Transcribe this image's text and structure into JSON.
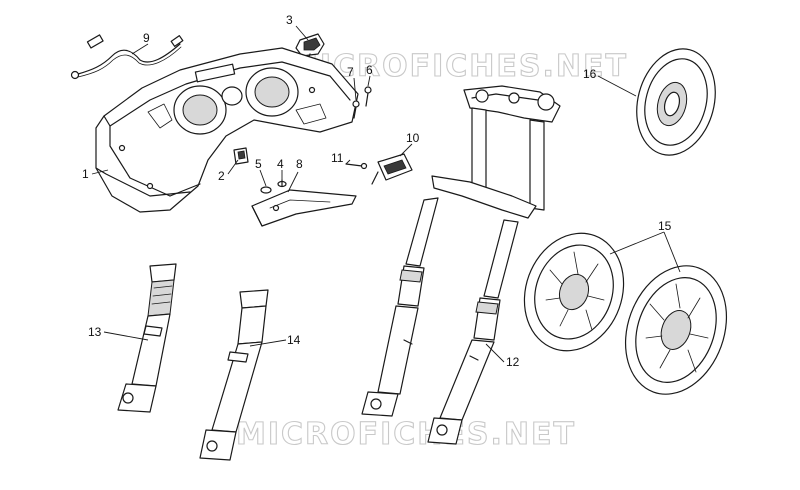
{
  "watermark": "MICROFICHES.NET",
  "callouts": [
    {
      "id": "1",
      "label": "1"
    },
    {
      "id": "2",
      "label": "2"
    },
    {
      "id": "3",
      "label": "3"
    },
    {
      "id": "4",
      "label": "4"
    },
    {
      "id": "5",
      "label": "5"
    },
    {
      "id": "6",
      "label": "6"
    },
    {
      "id": "7",
      "label": "7"
    },
    {
      "id": "8",
      "label": "8"
    },
    {
      "id": "9",
      "label": "9"
    },
    {
      "id": "10",
      "label": "10"
    },
    {
      "id": "11",
      "label": "11"
    },
    {
      "id": "12",
      "label": "12"
    },
    {
      "id": "13",
      "label": "13"
    },
    {
      "id": "14",
      "label": "14"
    },
    {
      "id": "15",
      "label": "15"
    },
    {
      "id": "16",
      "label": "16"
    }
  ]
}
